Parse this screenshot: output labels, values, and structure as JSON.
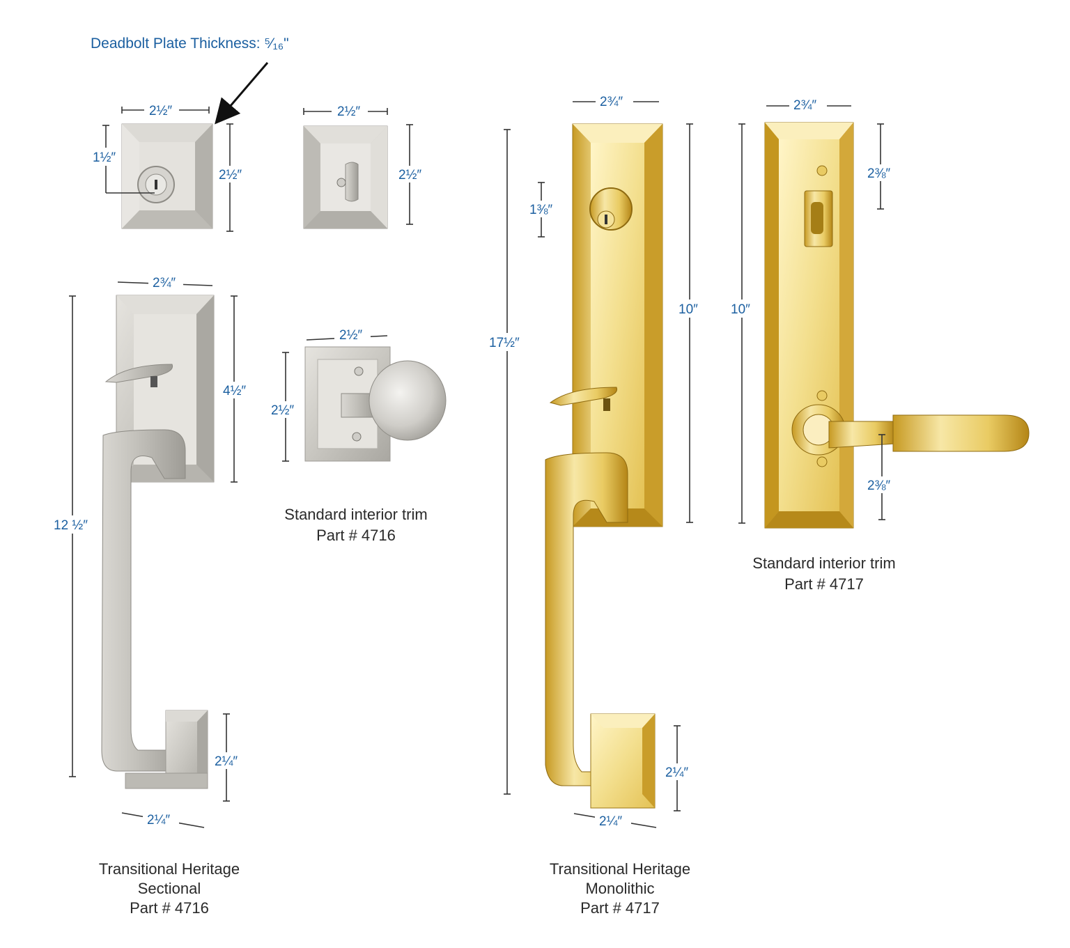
{
  "header": {
    "deadbolt_plate": "Deadbolt Plate Thickness: ⁵⁄₁₆\""
  },
  "colors": {
    "dimension_text": "#1b5fa0",
    "caption_text": "#2a2a2a",
    "satin_nickel": "#cfcdc8",
    "polished_brass": "#e3c45a"
  },
  "dims": {
    "d1": "2½″",
    "d2": "1½″",
    "d3": "2½″",
    "d4": "2½″",
    "d5": "2½″",
    "d6": "2¾″",
    "d7": "4½″",
    "d8": "12 ½″",
    "d9": "2¼″",
    "d10": "2¼″",
    "d11": "2½″",
    "d12": "2½″",
    "d13": "2¾″",
    "d14": "1⅜″",
    "d15": "17½″",
    "d16": "10″",
    "d17": "2¼″",
    "d18": "2¼″",
    "d19": "2¾″",
    "d20": "2⅜″",
    "d21": "10″",
    "d22": "2⅜″"
  },
  "captions": {
    "c1": [
      "Standard interior trim",
      "Part # 4716"
    ],
    "c2": [
      "Standard interior trim",
      "Part # 4717"
    ],
    "c3": [
      "Transitional Heritage",
      "Sectional",
      "Part # 4716"
    ],
    "c4": [
      "Transitional Heritage",
      "Monolithic",
      "Part # 4717"
    ]
  }
}
